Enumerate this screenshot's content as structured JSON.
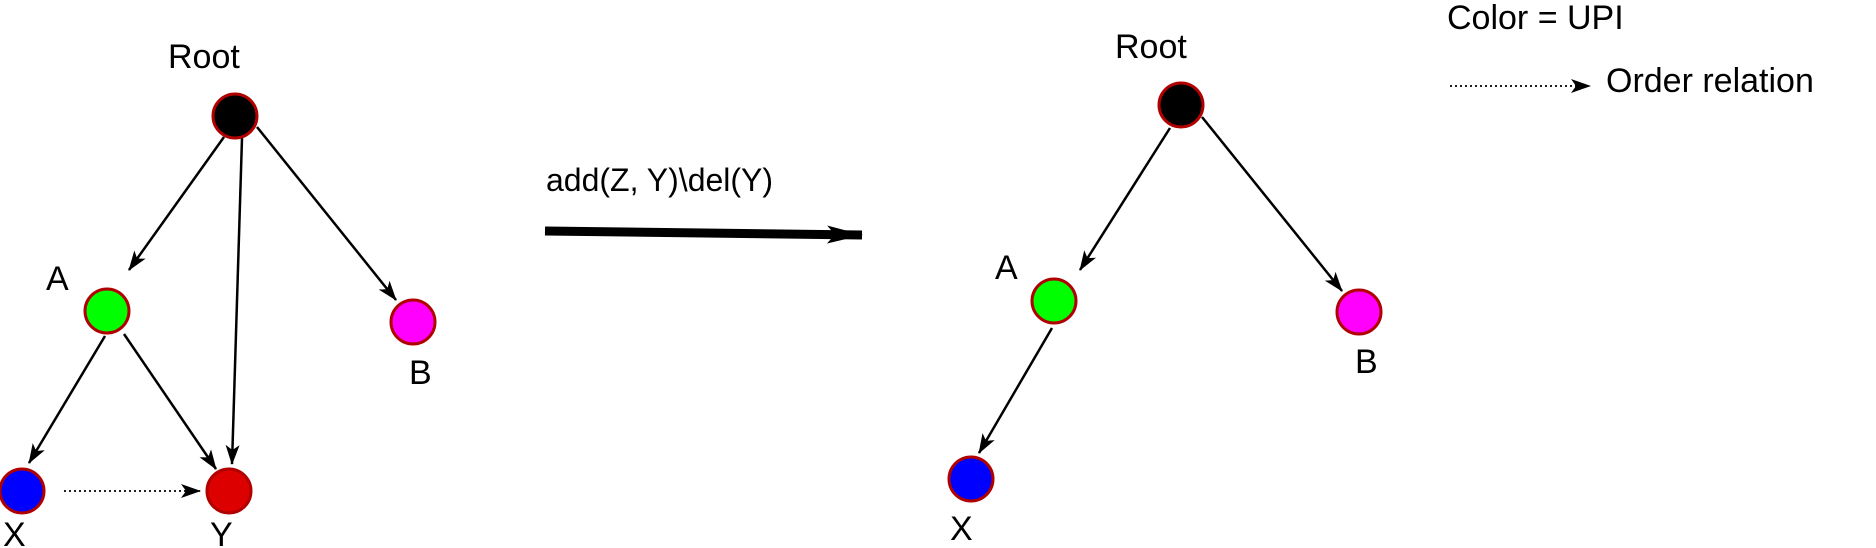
{
  "colors": {
    "node_stroke": "#b00000",
    "edge": "#000000",
    "root": "#000000",
    "a": "#00ff00",
    "b": "#ff00ff",
    "x": "#0000ff",
    "y": "#dd0000"
  },
  "left_tree": {
    "labels": {
      "root": "Root",
      "a": "A",
      "b": "B",
      "x": "X",
      "y": "Y"
    }
  },
  "operation": {
    "label": "add(Z, Y)\\del(Y)"
  },
  "right_tree": {
    "labels": {
      "root": "Root",
      "a": "A",
      "b": "B",
      "x": "X"
    }
  },
  "legend": {
    "color_line": "Color = UPI",
    "order_line": "Order relation"
  }
}
